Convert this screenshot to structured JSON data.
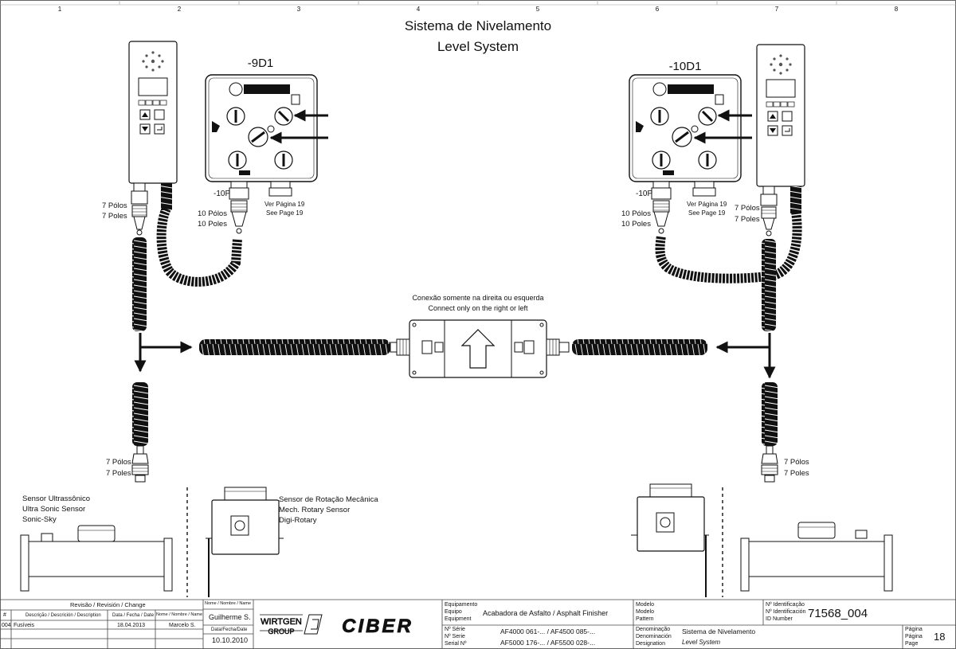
{
  "frame": {
    "columns": [
      "1",
      "2",
      "3",
      "4",
      "5",
      "6",
      "7",
      "8"
    ]
  },
  "title": {
    "line1": "Sistema de Nivelamento",
    "line2": "Level System"
  },
  "left_unit": {
    "tag": "-9D1",
    "plug_tag": "-10P",
    "poles_upper_1": "7 Pólos",
    "poles_upper_2": "7 Poles",
    "poles_10_1": "10 Pólos",
    "poles_10_2": "10 Poles",
    "ref_1": "Ver Página 19",
    "ref_2": "See Page 19",
    "poles_lower_1": "7 Pólos",
    "poles_lower_2": "7 Poles"
  },
  "right_unit": {
    "tag": "-10D1",
    "plug_tag": "-10P",
    "poles_upper_1": "7 Pólos",
    "poles_upper_2": "7 Poles",
    "poles_10_1": "10 Pólos",
    "poles_10_2": "10 Poles",
    "ref_1": "Ver Página 19",
    "ref_2": "See Page 19",
    "poles_lower_1": "7 Pólos",
    "poles_lower_2": "7 Poles"
  },
  "junction": {
    "note_1": "Conexão somente na direita ou esquerda",
    "note_2": "Connect only on the right or left"
  },
  "sensors": {
    "ultrasonic_1": "Sensor Ultrassônico",
    "ultrasonic_2": "Ultra Sonic Sensor",
    "ultrasonic_3": "Sonic-Sky",
    "rotary_1": "Sensor de Rotação Mecânica",
    "rotary_2": "Mech. Rotary Sensor",
    "rotary_3": "Digi-Rotary"
  },
  "title_block": {
    "revision_header": "Revisão / Revisión / Change",
    "col_hash": "#",
    "col_desc": "Descrição / Descrición / Description",
    "col_date": "Data / Fecha / Date",
    "col_name": "Nome / Nombre / Name",
    "rev_num": "004",
    "rev_desc": "Fusíveis",
    "rev_date": "18.04.2013",
    "rev_name": "Marcelo S.",
    "name_label": "Nome / Nombre / Name",
    "name_value": "Guilherme S.",
    "date_label": "Data/Fecha/Date",
    "date_value": "10.10.2010",
    "logo_wirtgen_1": "WIRTGEN",
    "logo_wirtgen_2": "GROUP",
    "logo_ciber": "CIBER",
    "equip_label_1": "Equipamento",
    "equip_label_2": "Equipo",
    "equip_label_3": "Equipment",
    "equip_value": "Acabadora de Asfalto / Asphalt Finisher",
    "serial_label_1": "Nº Série",
    "serial_label_2": "Nº Serie",
    "serial_label_3": "Serial Nº",
    "serial_value_1": "AF4000 061-... / AF4500 085-...",
    "serial_value_2": "AF5000 176-... / AF5500 028-...",
    "model_label_1": "Modelo",
    "model_label_2": "Modelo",
    "model_label_3": "Pattern",
    "denom_label_1": "Denominação",
    "denom_label_2": "Denominación",
    "denom_label_3": "Designation",
    "denom_value_1": "Sistema de Nivelamento",
    "denom_value_2": "Level System",
    "id_label_1": "Nº Identificação",
    "id_label_2": "Nº Identificación",
    "id_label_3": "ID Number",
    "id_value": "71568_004",
    "page_label_1": "Página",
    "page_label_2": "Página",
    "page_label_3": "Page",
    "page_value": "18"
  }
}
